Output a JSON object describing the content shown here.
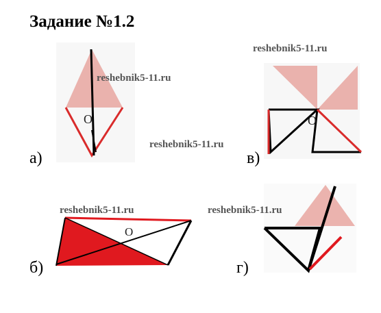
{
  "title": "Задание №1.2",
  "watermark": "reshebnik5-11.ru",
  "labels": {
    "a": "а)",
    "b": "б)",
    "v": "в)",
    "g": "г)"
  },
  "point_label": "O",
  "colors": {
    "pink": "#e8a09a",
    "red": "#e02020",
    "black": "#000000"
  }
}
